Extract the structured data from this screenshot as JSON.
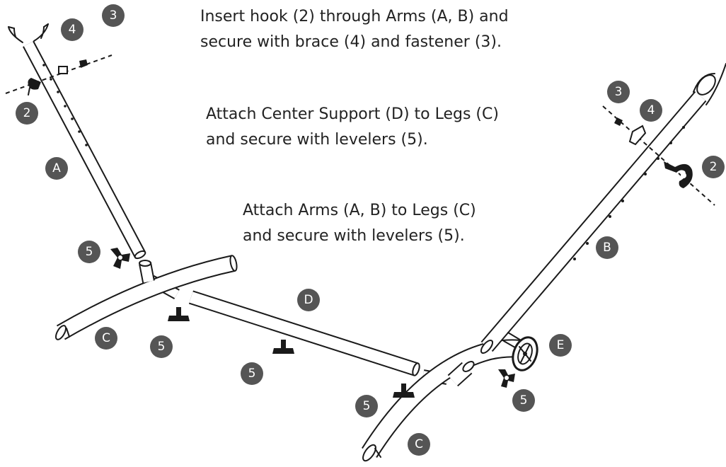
{
  "instructions": [
    {
      "lines": [
        "Insert hook (2) through Arms (A, B) and",
        "secure with brace (4) and fastener (3)."
      ]
    },
    {
      "lines": [
        "Attach Center Support (D) to Legs (C)",
        "and secure with levelers (5)."
      ]
    },
    {
      "lines": [
        "Attach Arms (A, B) to Legs (C)",
        "and secure with levelers (5)."
      ]
    }
  ],
  "callouts": {
    "left_hook": "2",
    "left_brace": "4",
    "left_fastener": "3",
    "arm_a": "A",
    "arm_b": "B",
    "leveler_arm_left": "5",
    "leg_left": "C",
    "leg_right": "C",
    "leveler_leg_left": "5",
    "leveler_support_mid": "5",
    "center_support": "D",
    "leveler_support_right": "5",
    "leveler_leg_right": "5",
    "wheel": "E",
    "right_fastener": "3",
    "right_brace": "4",
    "right_hook": "2"
  },
  "colors": {
    "badge": "#555555",
    "line": "#1a1a1a",
    "text": "#222222"
  }
}
